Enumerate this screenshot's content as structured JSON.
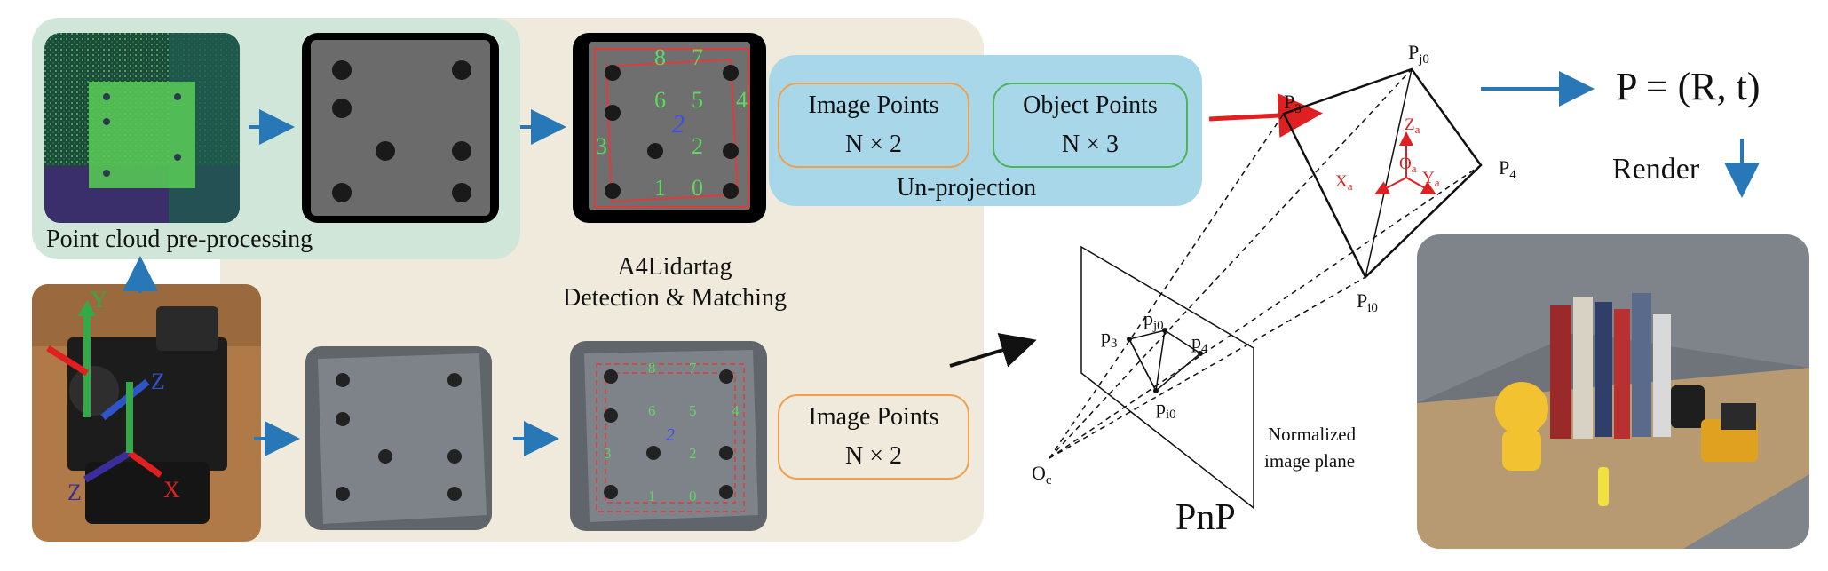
{
  "pipeline": {
    "preprocess_label": "Point cloud pre-processing",
    "detection_label_line1": "A4Lidartag",
    "detection_label_line2": "Detection & Matching",
    "unprojection_label": "Un-projection"
  },
  "boxes": {
    "image_points_top": {
      "title": "Image Points",
      "value": "N × 2",
      "color": "#f0a04b"
    },
    "object_points": {
      "title": "Object Points",
      "value": "N × 3",
      "color": "#4db35a"
    },
    "image_points_bottom": {
      "title": "Image Points",
      "value": "N × 2",
      "color": "#f0a04b"
    }
  },
  "tag_numbers": [
    "8",
    "7",
    "6",
    "5",
    "4",
    "3",
    "2",
    "1",
    "0"
  ],
  "tag_center": "2",
  "sensor_axes": {
    "y": "Y",
    "z": "Z",
    "x": "X"
  },
  "pnp": {
    "title": "PnP",
    "plane_label_line1": "Normalized",
    "plane_label_line2": "image plane",
    "oc": "O",
    "oc_sub": "c",
    "P3": "P",
    "P3_sub": "3",
    "Pj0": "P",
    "Pj0_sub": "j0",
    "P4": "P",
    "P4_sub": "4",
    "Pi0": "P",
    "Pi0_sub": "i0",
    "p3": "p",
    "p3_sub": "3",
    "pj0": "p",
    "pj0_sub": "j0",
    "p4": "p",
    "p4_sub": "4",
    "pi0": "p",
    "pi0_sub": "i0",
    "Za": "Z",
    "Za_sub": "a",
    "Oa": "O",
    "Oa_sub": "a",
    "Xa": "X",
    "Xa_sub": "a",
    "Ya": "Y",
    "Ya_sub": "a"
  },
  "output": {
    "pose": "P = (R, t)",
    "render": "Render"
  },
  "colors": {
    "arrow_blue": "#2878b8",
    "arrow_red": "#e02020",
    "tag_green": "#5fd85f",
    "tag_blue": "#3a4ef0",
    "frame_red": "#e03a3a"
  }
}
